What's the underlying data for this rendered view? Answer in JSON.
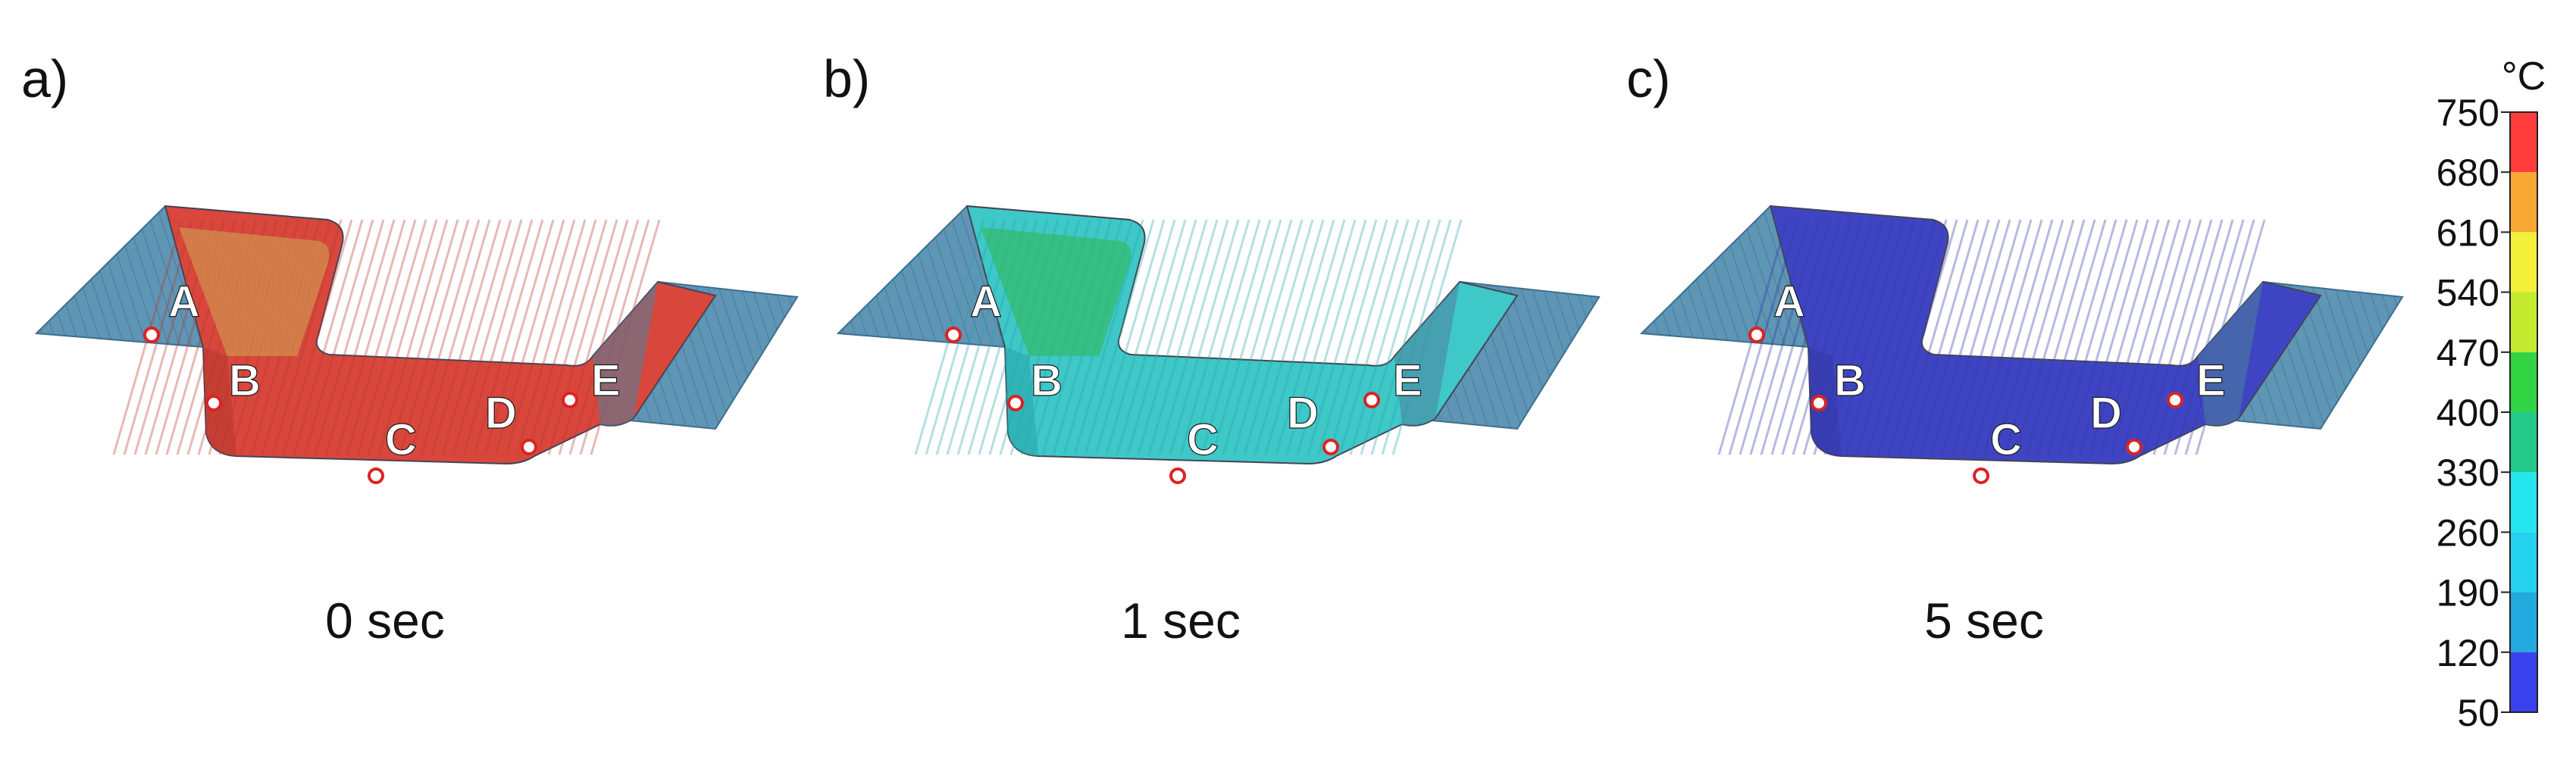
{
  "panels": [
    {
      "tag": "a)",
      "caption": "0 sec",
      "surface_color": "#d9473c",
      "stripe_color": "#b8382f",
      "flange_color": "#5f95b5",
      "zones": [
        {
          "color": "#cf9a50"
        }
      ],
      "points": [
        {
          "label": "A",
          "marker_color": "#ffffff"
        },
        {
          "label": "B",
          "marker_color": "#ffffff"
        },
        {
          "label": "C",
          "marker_color": "#ffffff"
        },
        {
          "label": "D",
          "marker_color": "#ffffff"
        },
        {
          "label": "E",
          "marker_color": "#ffffff"
        }
      ]
    },
    {
      "tag": "b)",
      "caption": "1 sec",
      "surface_color": "#3ec8c8",
      "stripe_color": "#2aa6ad",
      "flange_color": "#5f95b5",
      "zones": [
        {
          "color": "#32b860"
        }
      ],
      "points": [
        {
          "label": "A",
          "marker_color": "#ffffff"
        },
        {
          "label": "B",
          "marker_color": "#ffffff"
        },
        {
          "label": "C",
          "marker_color": "#ffffff"
        },
        {
          "label": "D",
          "marker_color": "#ffffff"
        },
        {
          "label": "E",
          "marker_color": "#ffffff"
        }
      ]
    },
    {
      "tag": "c)",
      "caption": "5 sec",
      "surface_color": "#3f45c2",
      "stripe_color": "#3338a6",
      "flange_color": "#5f95b5",
      "zones": [],
      "points": [
        {
          "label": "A",
          "marker_color": "#ffffff"
        },
        {
          "label": "B",
          "marker_color": "#ffffff"
        },
        {
          "label": "C",
          "marker_color": "#ffffff"
        },
        {
          "label": "D",
          "marker_color": "#ffffff"
        },
        {
          "label": "E",
          "marker_color": "#ffffff"
        }
      ]
    }
  ],
  "colorbar": {
    "unit": "°C",
    "ticks": [
      "750",
      "680",
      "610",
      "540",
      "470",
      "400",
      "330",
      "260",
      "190",
      "120",
      "50"
    ],
    "colors": [
      "#ff3b3b",
      "#f7a733",
      "#f3f03a",
      "#c3ea2f",
      "#33d443",
      "#22c98a",
      "#25e6ee",
      "#24d2ef",
      "#22a9dd",
      "#3c41ef"
    ]
  }
}
